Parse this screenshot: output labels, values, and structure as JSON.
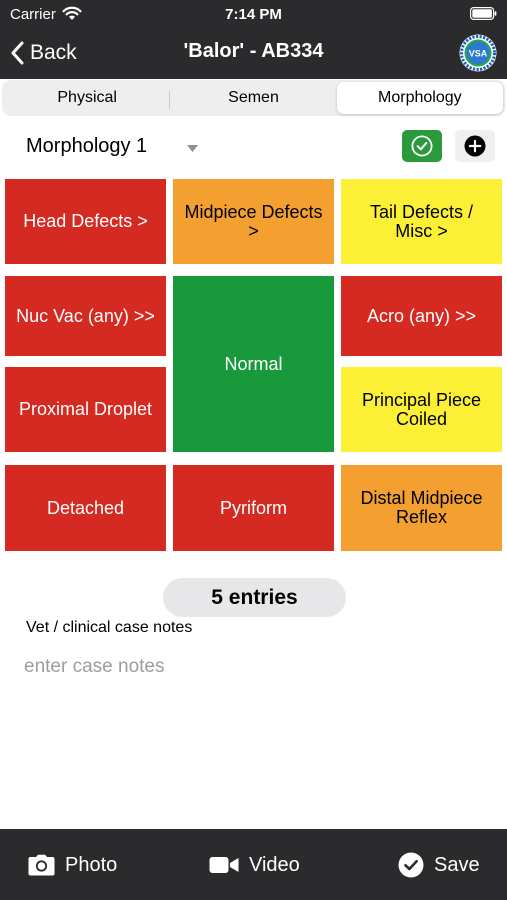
{
  "status_bar": {
    "carrier": "Carrier",
    "time": "7:14 PM"
  },
  "nav": {
    "back_label": "Back",
    "title": "'Balor' - AB334",
    "logo_text": "VSA"
  },
  "tabs": [
    {
      "label": "Physical",
      "active": false
    },
    {
      "label": "Semen",
      "active": false
    },
    {
      "label": "Morphology",
      "active": true
    }
  ],
  "morphology": {
    "selected": "Morphology 1"
  },
  "colors": {
    "red": "#d42a22",
    "orange": "#f3a030",
    "yellow": "#fbf035",
    "green": "#189a3c",
    "bar": "#2b2b2d"
  },
  "tiles": [
    {
      "label": "Head Defects >",
      "color": "red"
    },
    {
      "label": "Midpiece Defects >",
      "color": "orange"
    },
    {
      "label": "Tail Defects / Misc >",
      "color": "yellow"
    },
    {
      "label": "Nuc Vac (any) >>",
      "color": "red"
    },
    {
      "label": "Normal",
      "color": "green"
    },
    {
      "label": "Acro (any) >>",
      "color": "red"
    },
    {
      "label": "Proximal Droplet",
      "color": "red"
    },
    {
      "label": "Principal Piece Coiled",
      "color": "yellow"
    },
    {
      "label": "Detached",
      "color": "red"
    },
    {
      "label": "Pyriform",
      "color": "red"
    },
    {
      "label": "Distal Midpiece Reflex",
      "color": "orange"
    }
  ],
  "entries": "5 entries",
  "notes": {
    "label": "Vet / clinical case notes",
    "placeholder": "enter case notes",
    "value": ""
  },
  "toolbar": {
    "photo_label": "Photo",
    "video_label": "Video",
    "save_label": "Save"
  }
}
